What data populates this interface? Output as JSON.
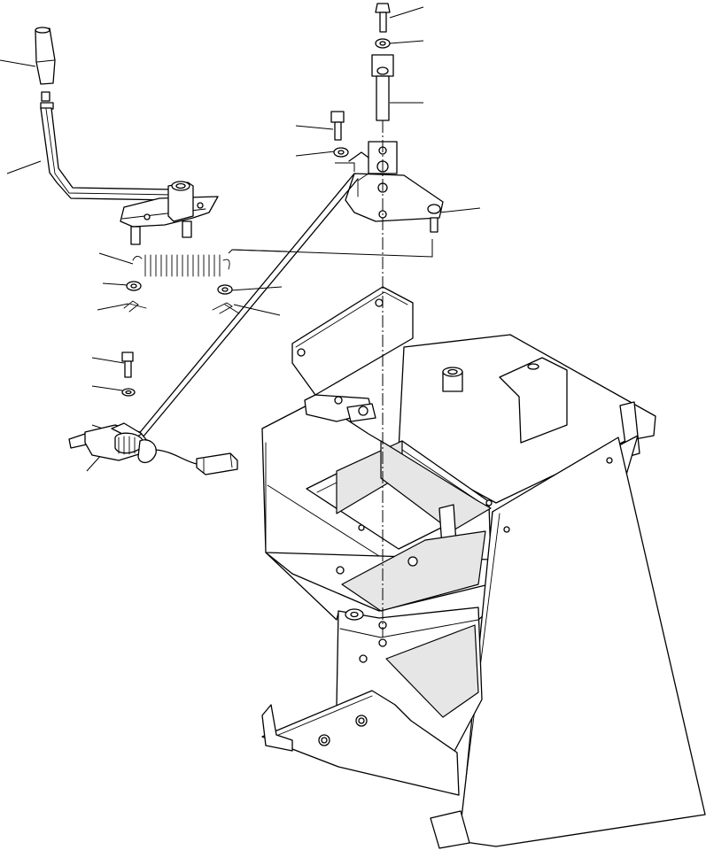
{
  "diagram": {
    "type": "exploded-parts-view",
    "callout_labels": [],
    "parts": [
      "knob",
      "lever",
      "lever-bracket",
      "spring",
      "washer-left",
      "washer-right",
      "cotter-pin-left",
      "cotter-pin-right",
      "bolt-upper",
      "washer-upper",
      "pin",
      "bolt-mid",
      "washer-mid",
      "plate-bracket",
      "switch-bolt",
      "switch-washer",
      "limit-switch",
      "switch-connector",
      "stand-frame"
    ],
    "line_color": "#000000",
    "background": "#ffffff"
  }
}
